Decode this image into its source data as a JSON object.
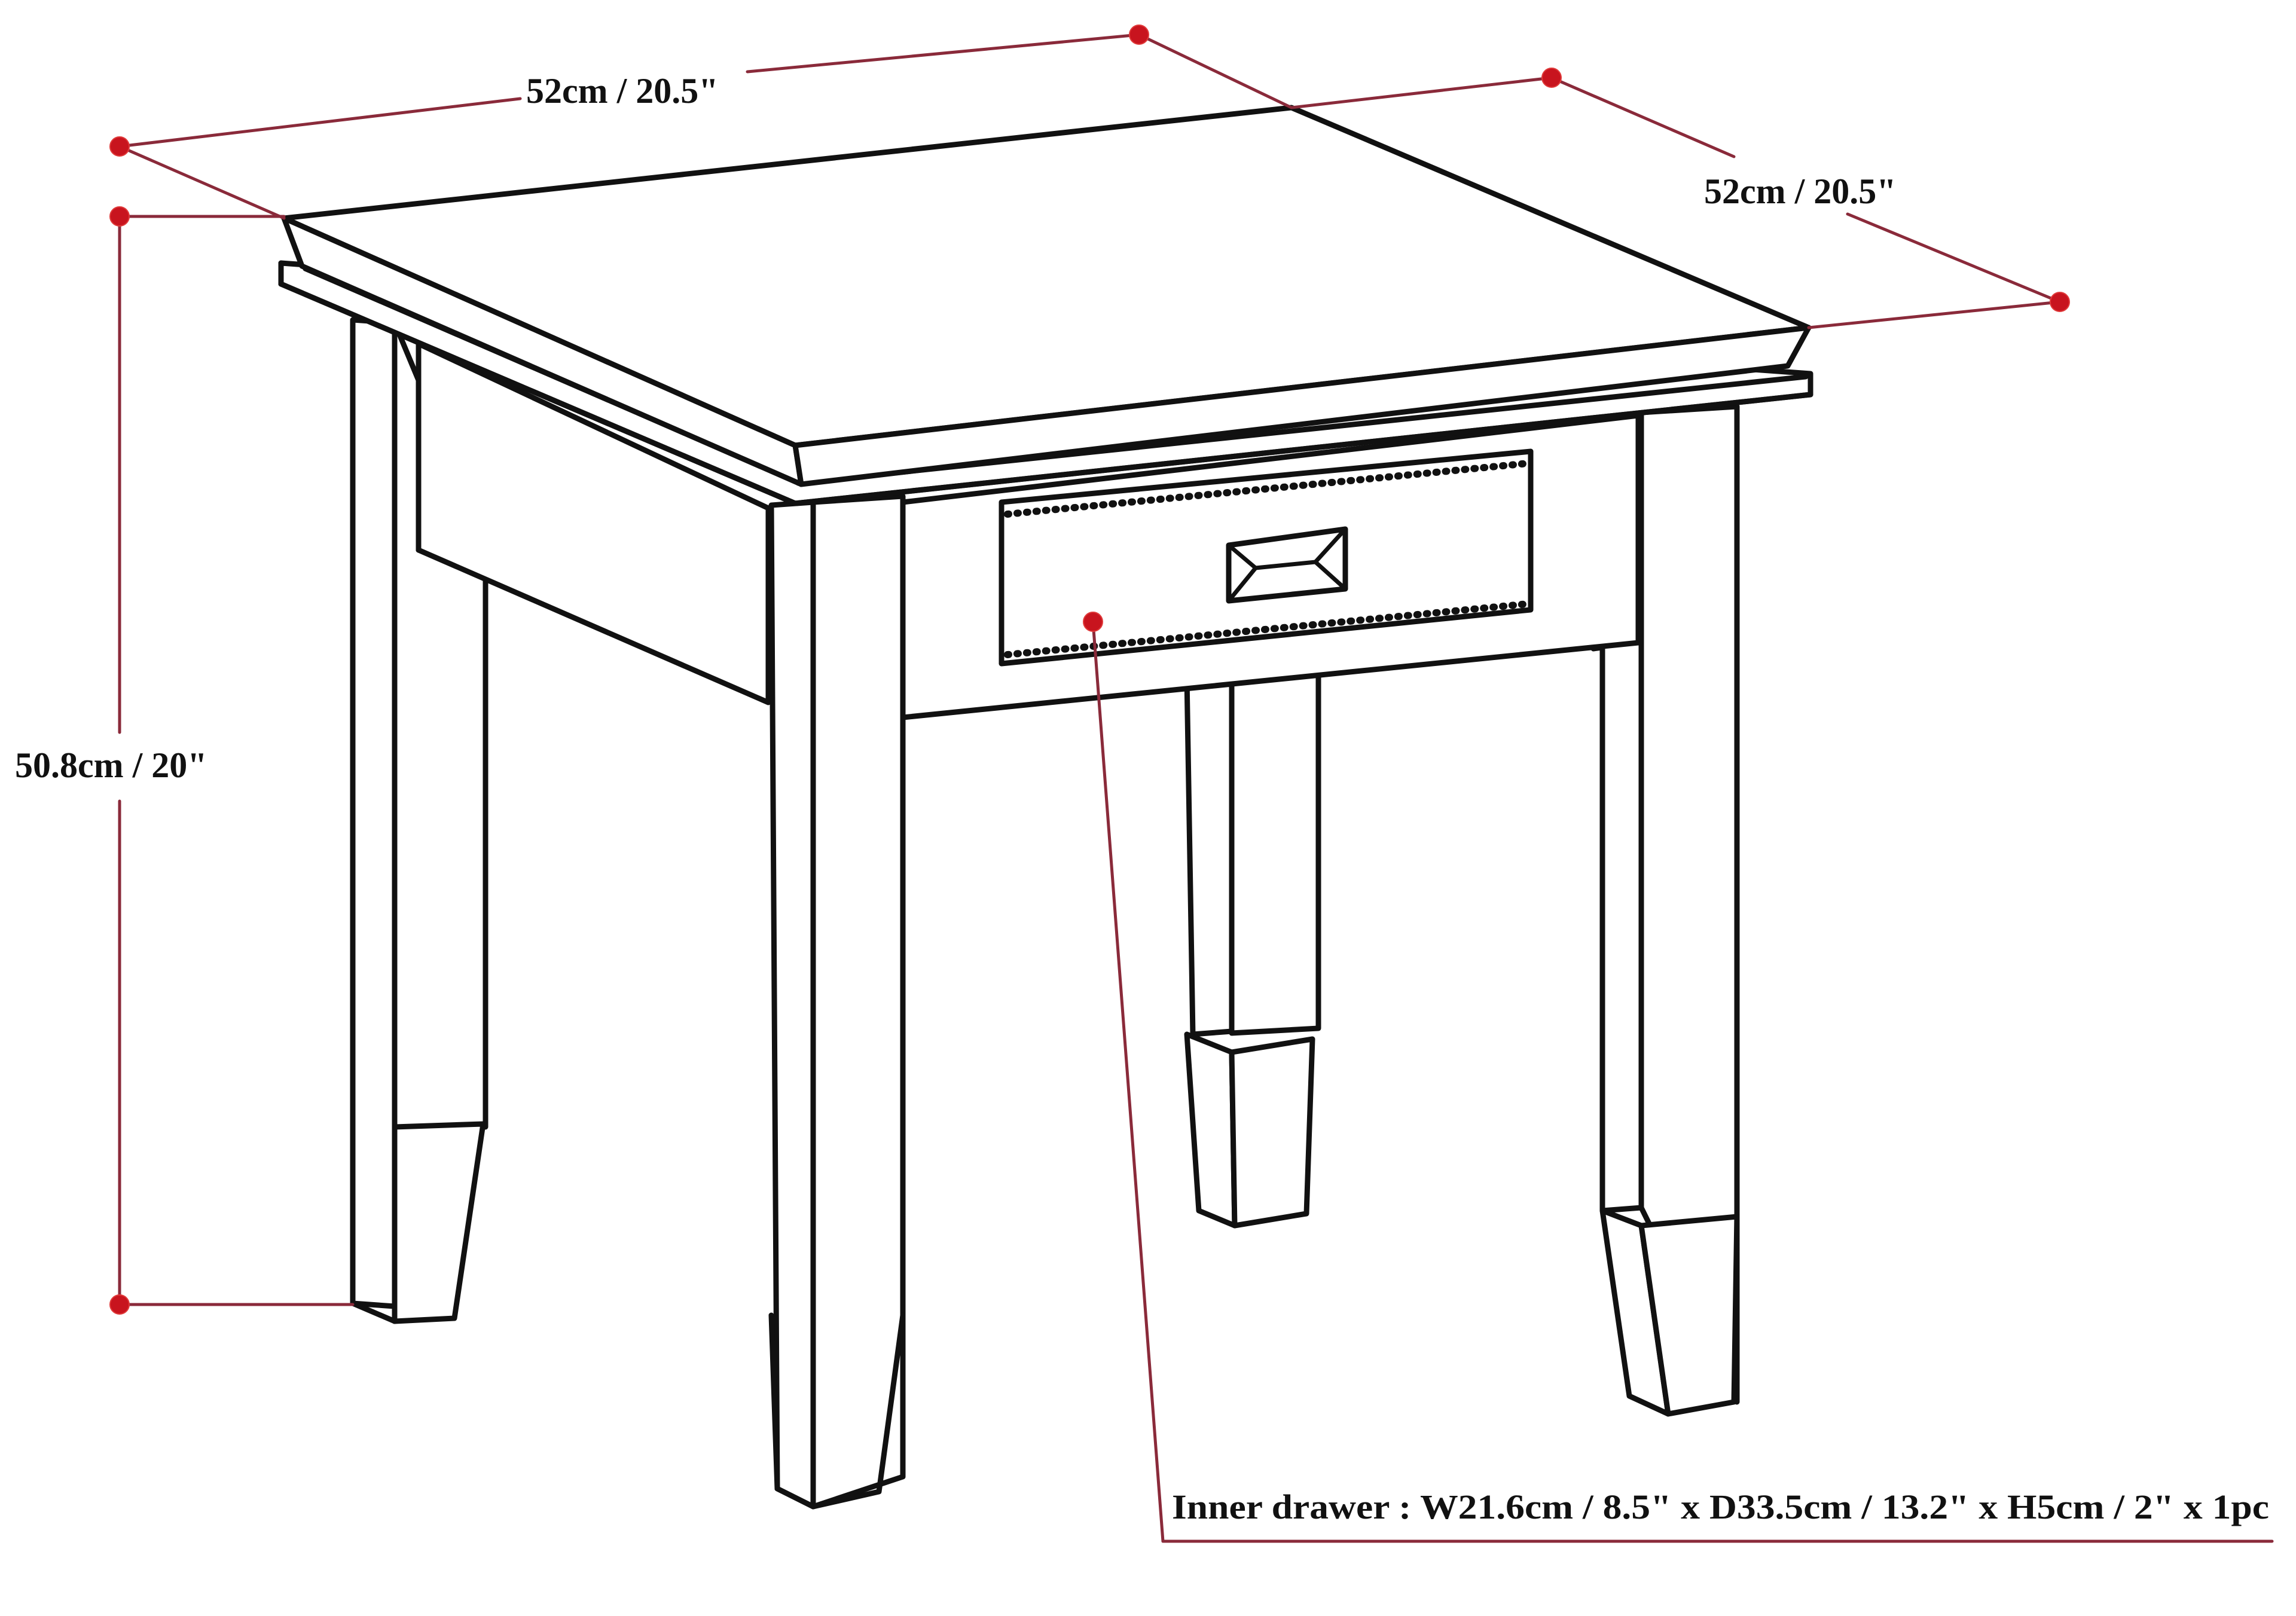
{
  "diagram": {
    "subject": "End table with drawer — dimension drawing",
    "colors": {
      "line_art": "#111111",
      "dimension_line": "#8a2a3a",
      "dimension_dot": "#c8141e",
      "background": "#ffffff"
    },
    "dimensions": {
      "width": {
        "label": "52cm / 20.5\"",
        "value_cm": 52,
        "value_in": 20.5
      },
      "depth": {
        "label": "52cm / 20.5\"",
        "value_cm": 52,
        "value_in": 20.5
      },
      "height": {
        "label": "50.8cm / 20\"",
        "value_cm": 50.8,
        "value_in": 20
      }
    },
    "inner_drawer": {
      "label": "Inner drawer : W21.6cm / 8.5\" x D33.5cm / 13.2\" x H5cm / 2\" x 1pc",
      "width_cm": 21.6,
      "width_in": 8.5,
      "depth_cm": 33.5,
      "depth_in": 13.2,
      "height_cm": 5,
      "height_in": 2,
      "quantity": "1pc"
    },
    "components": [
      "tabletop",
      "apron-molding",
      "drawer-front",
      "drawer-handle",
      "front-left-leg",
      "front-right-leg",
      "back-left-leg",
      "back-right-leg"
    ]
  }
}
